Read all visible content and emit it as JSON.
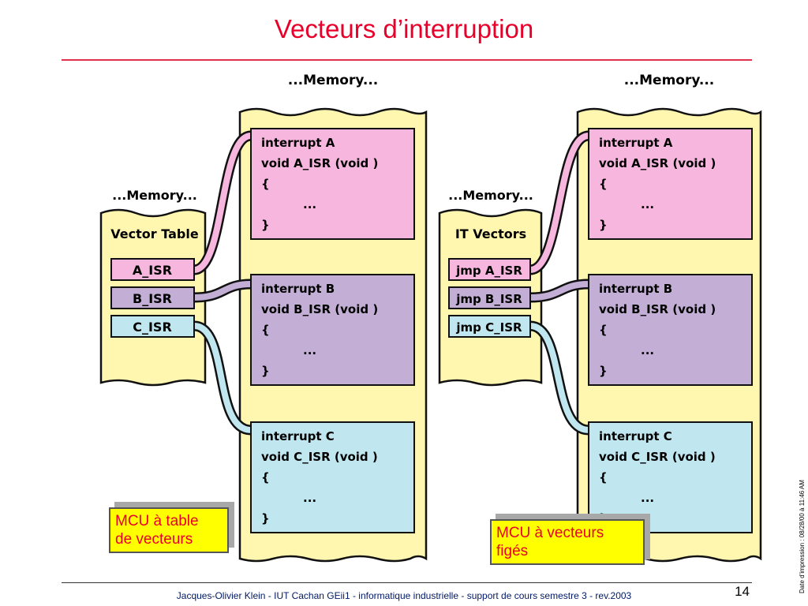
{
  "slide": {
    "title": "Vecteurs d’interruption",
    "footer": "Jacques-Olivier Klein - IUT Cachan GEii1 - informatique industrielle - support de cours semestre 3 - rev.2003",
    "page_number": "14",
    "print_date": "Date d’impression : 08/28/00 à 11:46 AM"
  },
  "colors": {
    "title": "#e8002a",
    "memory_bg": "#fff6b0",
    "isr_a": "#f6b6de",
    "isr_b": "#c3aed6",
    "isr_c": "#c0e6f0",
    "caption_bg": "#ffff00",
    "caption_text": "#e8002a"
  },
  "left_diagram": {
    "memory_label_big": "...Memory...",
    "memory_label_small": "...Memory...",
    "table_header": "Vector Table",
    "entries": [
      "A_ISR",
      "B_ISR",
      "C_ISR"
    ],
    "caption": [
      "MCU à table",
      "de vecteurs"
    ]
  },
  "right_diagram": {
    "memory_label_big": "...Memory...",
    "memory_label_small": "...Memory...",
    "table_header": "IT Vectors",
    "entries": [
      "jmp A_ISR",
      "jmp B_ISR",
      "jmp C_ISR"
    ],
    "caption": [
      "MCU à vecteurs",
      "figés"
    ]
  },
  "isr_blocks": [
    {
      "lines": [
        "interrupt A",
        "void A_ISR (void )",
        "{",
        "...",
        "}"
      ]
    },
    {
      "lines": [
        "interrupt B",
        "void B_ISR (void )",
        "{",
        "...",
        "}"
      ]
    },
    {
      "lines": [
        "interrupt C",
        "void C_ISR (void )",
        "{",
        "...",
        "}"
      ]
    }
  ]
}
